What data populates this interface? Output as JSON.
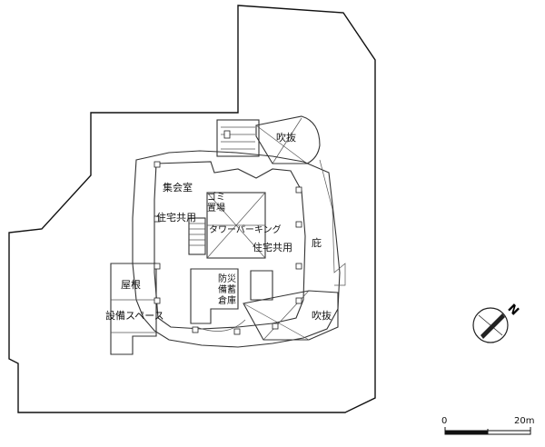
{
  "labels": {
    "fukinuke_top": "吹抜",
    "shukaishitsu": "集会室",
    "gomi": "ゴミ",
    "okiba": "置場",
    "jutaku_left": "住宅共用",
    "tower_parking": "タワーパーキング",
    "jutaku_right": "住宅共用",
    "hisashi": "庇",
    "okune": "屋根",
    "bosai1": "防災",
    "bosai2": "備蓄",
    "bosai3": "倉庫",
    "setsubi": "設備スペース",
    "fukinuke_bottom": "吹抜"
  },
  "scale": {
    "start": "0",
    "end": "20m"
  },
  "north": {
    "letter": "N",
    "icon": "north-arrow-icon"
  }
}
